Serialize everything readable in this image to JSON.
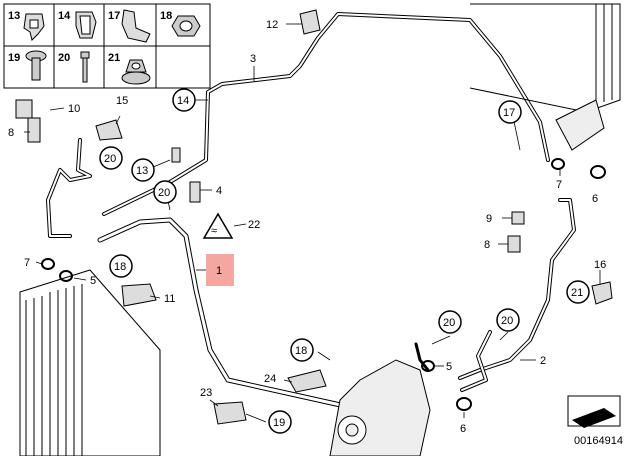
{
  "diagram_id": "00164914",
  "legend_parts": [
    {
      "num": "13",
      "icon": "clip-icon"
    },
    {
      "num": "14",
      "icon": "holder-icon"
    },
    {
      "num": "17",
      "icon": "bracket-icon"
    },
    {
      "num": "18",
      "icon": "hex-nut-icon"
    },
    {
      "num": "19",
      "icon": "bolt-icon"
    },
    {
      "num": "20",
      "icon": "screw-icon"
    },
    {
      "num": "21",
      "icon": "collar-nut-icon"
    }
  ],
  "callouts_circled": [
    "14",
    "20",
    "13",
    "20",
    "18",
    "17",
    "21",
    "20",
    "20",
    "18",
    "19"
  ],
  "callouts_plain": [
    "10",
    "8",
    "15",
    "12",
    "3",
    "4",
    "22",
    "7",
    "5",
    "11",
    "9",
    "8",
    "7",
    "6",
    "16",
    "2",
    "5",
    "6",
    "24",
    "23"
  ],
  "highlighted_callout": {
    "num": "1",
    "color": "#f4a6a0"
  },
  "colors": {
    "line": "#000000",
    "highlight": "#f4a6a0",
    "background": "#ffffff"
  }
}
